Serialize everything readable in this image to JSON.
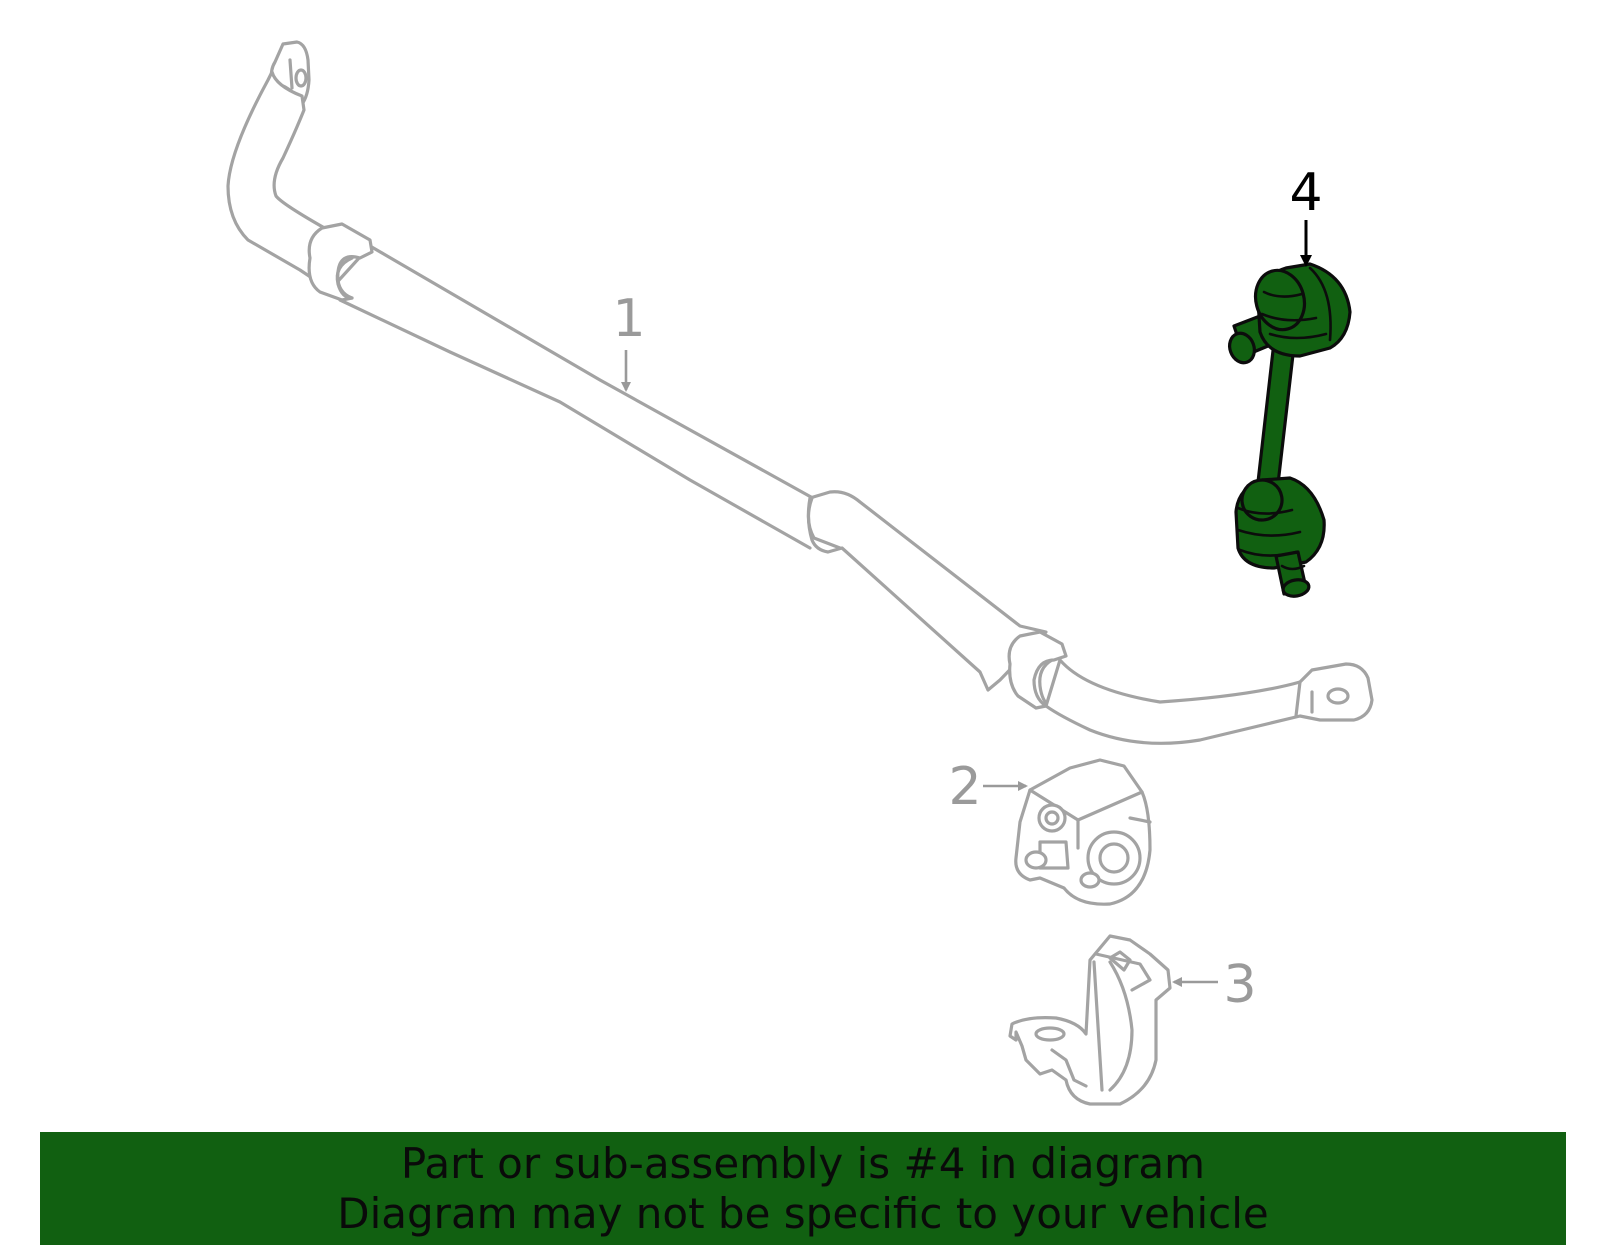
{
  "colors": {
    "highlight": "#116011",
    "part_outline": "#a3a3a3",
    "label_gray": "#9a9a9a",
    "label_active": "#000000",
    "banner_background": "#116011"
  },
  "callouts": [
    {
      "number": "1",
      "part": "stabilizer-bar",
      "highlighted": false
    },
    {
      "number": "2",
      "part": "bushing",
      "highlighted": false
    },
    {
      "number": "3",
      "part": "bracket",
      "highlighted": false
    },
    {
      "number": "4",
      "part": "stabilizer-link",
      "highlighted": true
    }
  ],
  "banner": {
    "line1": "Part or sub-assembly is #4 in diagram",
    "line2": "Diagram may not be specific to your vehicle"
  }
}
